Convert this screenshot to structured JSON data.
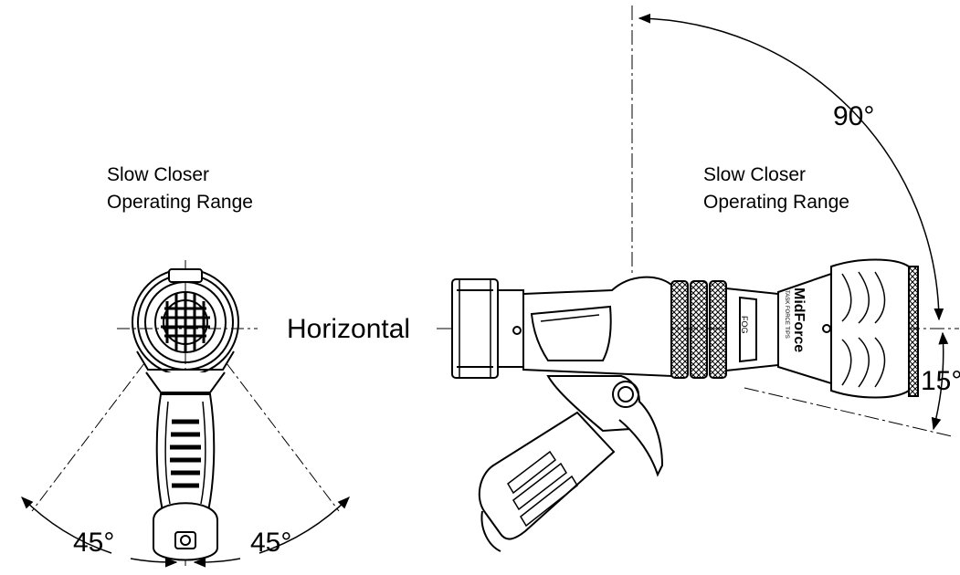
{
  "left_view": {
    "caption_line1": "Slow Closer",
    "caption_line2": "Operating Range",
    "angle_left": "45°",
    "angle_right": "45°"
  },
  "right_view": {
    "caption_line1": "Slow Closer",
    "caption_line2": "Operating Range",
    "angle_up": "90°",
    "angle_down": "15°",
    "reference_label": "Horizontal",
    "brand_text": "MidForce",
    "model_text": "TASK FORCE TIPS",
    "fog_text": "FOG"
  },
  "colors": {
    "ink": "#000000",
    "background": "#ffffff"
  }
}
